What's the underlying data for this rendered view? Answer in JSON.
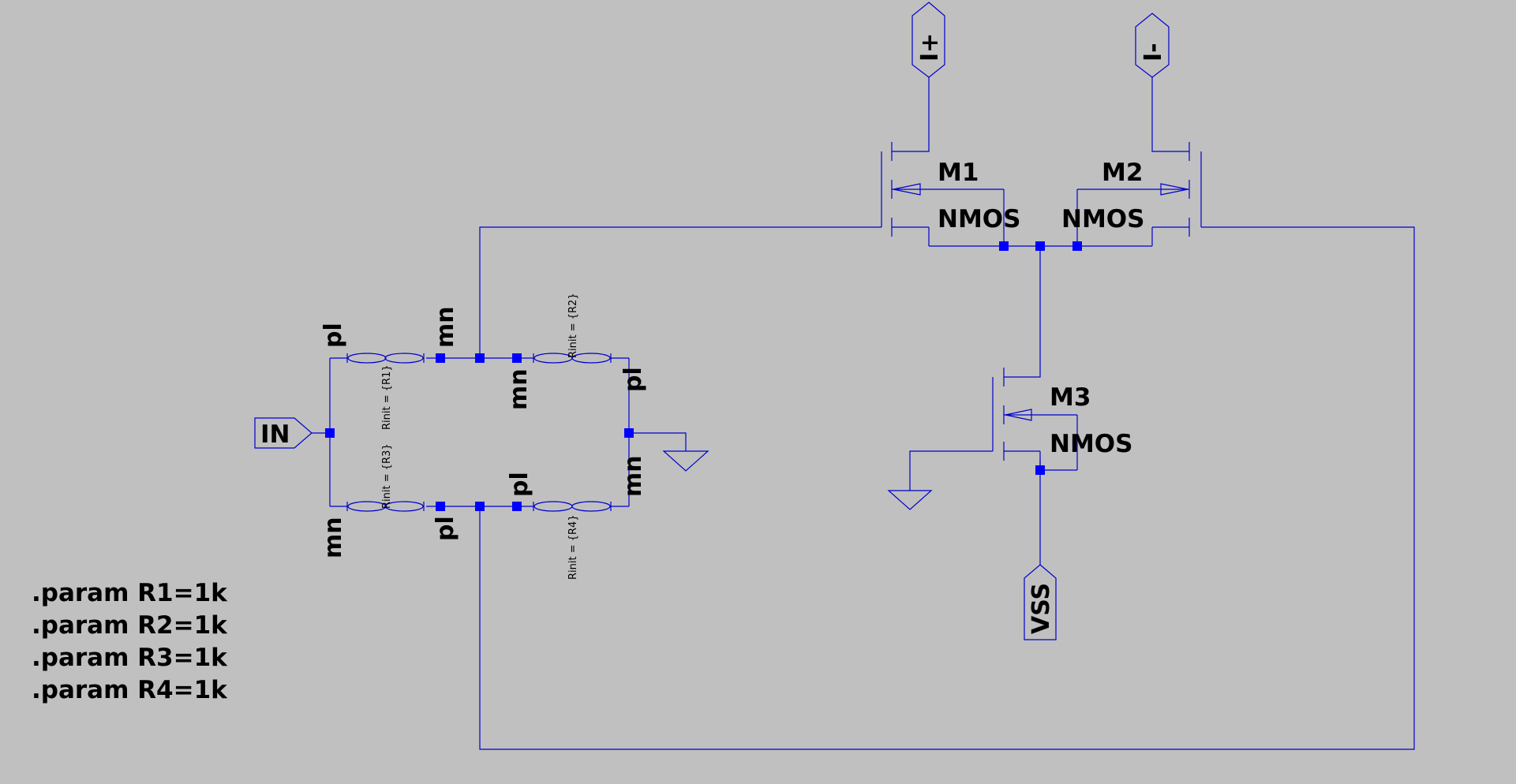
{
  "ports": {
    "in": "IN",
    "i_plus": "I+",
    "i_minus": "I-",
    "vss": "VSS"
  },
  "transistors": [
    {
      "name": "M1",
      "model": "NMOS"
    },
    {
      "name": "M2",
      "model": "NMOS"
    },
    {
      "name": "M3",
      "model": "NMOS"
    }
  ],
  "memristors": [
    {
      "rinit": "Rinit = {R1}",
      "pin_a": "pl",
      "pin_b": "mn"
    },
    {
      "rinit": "Rinit = {R2}",
      "pin_a": "mn",
      "pin_b": "pl"
    },
    {
      "rinit": "Rinit = {R3}",
      "pin_a": "mn",
      "pin_b": "pl"
    },
    {
      "rinit": "Rinit = {R4}",
      "pin_a": "pl",
      "pin_b": "mn"
    }
  ],
  "params": [
    ".param R1=1k",
    ".param R2=1k",
    ".param R3=1k",
    ".param R4=1k"
  ]
}
